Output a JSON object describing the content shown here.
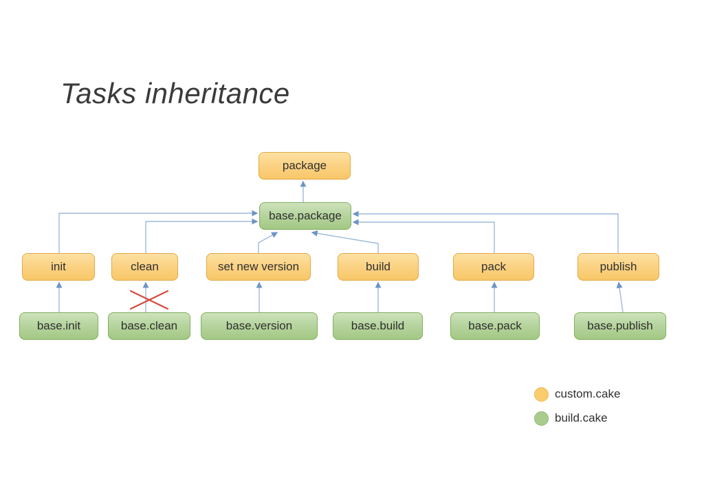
{
  "title": "Tasks inheritance",
  "nodes": {
    "package": {
      "label": "package",
      "kind": "custom"
    },
    "base_package": {
      "label": "base.package",
      "kind": "base"
    },
    "init": {
      "label": "init",
      "kind": "custom"
    },
    "clean": {
      "label": "clean",
      "kind": "custom"
    },
    "set_new_version": {
      "label": "set new version",
      "kind": "custom"
    },
    "build": {
      "label": "build",
      "kind": "custom"
    },
    "pack": {
      "label": "pack",
      "kind": "custom"
    },
    "publish": {
      "label": "publish",
      "kind": "custom"
    },
    "base_init": {
      "label": "base.init",
      "kind": "base"
    },
    "base_clean": {
      "label": "base.clean",
      "kind": "base"
    },
    "base_version": {
      "label": "base.version",
      "kind": "base"
    },
    "base_build": {
      "label": "base.build",
      "kind": "base"
    },
    "base_pack": {
      "label": "base.pack",
      "kind": "base"
    },
    "base_publish": {
      "label": "base.publish",
      "kind": "base"
    }
  },
  "edges": [
    {
      "from": "base.init",
      "to": "init",
      "status": "ok"
    },
    {
      "from": "base.clean",
      "to": "clean",
      "status": "broken"
    },
    {
      "from": "base.version",
      "to": "set new version",
      "status": "ok"
    },
    {
      "from": "base.build",
      "to": "build",
      "status": "ok"
    },
    {
      "from": "base.pack",
      "to": "pack",
      "status": "ok"
    },
    {
      "from": "base.publish",
      "to": "publish",
      "status": "ok"
    },
    {
      "from": "base.package",
      "to": "package",
      "status": "ok"
    },
    {
      "from": "init",
      "to": "base.package",
      "status": "ok"
    },
    {
      "from": "clean",
      "to": "base.package",
      "status": "ok"
    },
    {
      "from": "set new version",
      "to": "base.package",
      "status": "ok"
    },
    {
      "from": "build",
      "to": "base.package",
      "status": "ok"
    },
    {
      "from": "pack",
      "to": "base.package",
      "status": "ok"
    },
    {
      "from": "publish",
      "to": "base.package",
      "status": "ok"
    }
  ],
  "legend": {
    "items": [
      {
        "label": "custom.cake",
        "color": "#F9CD6E"
      },
      {
        "label": "build.cake",
        "color": "#A9CC8C"
      }
    ]
  },
  "colors": {
    "custom_fill": "#FBD386",
    "custom_border": "#E2A843",
    "base_fill": "#B7D5A0",
    "base_border": "#7FAF5C",
    "connector_line": "#9DB9DB",
    "arrowhead": "#6C94C5",
    "broken_x": "#D5493E",
    "title_text": "#3A3A3A",
    "background": "#FFFFFF"
  }
}
